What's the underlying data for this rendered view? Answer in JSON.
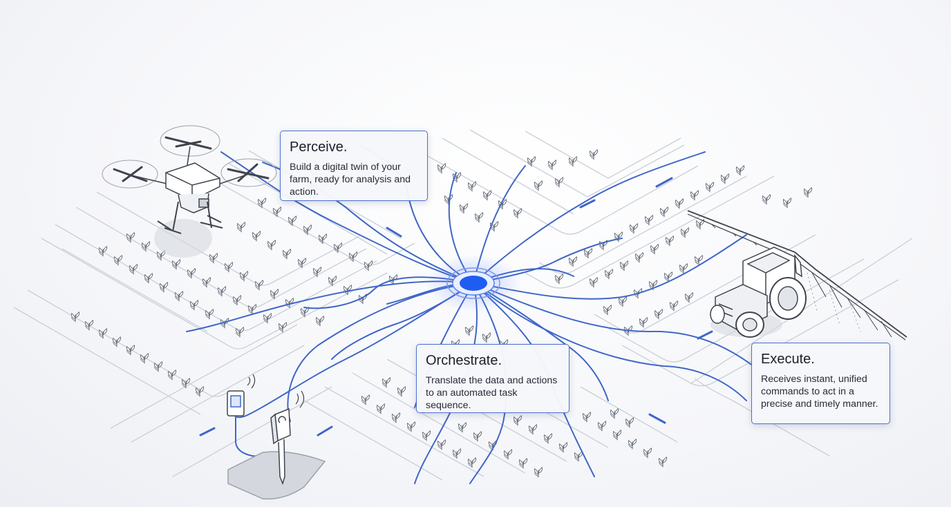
{
  "stages": {
    "perceive": {
      "title": "Perceive.",
      "body": "Build a digital twin of your farm, ready for analysis and action."
    },
    "orchestrate": {
      "title": "Orchestrate.",
      "body": "Translate the data and actions to an automated task sequence."
    },
    "execute": {
      "title": "Execute.",
      "body": "Receives instant, unified commands to act in a precise and timely manner."
    }
  },
  "illustration": {
    "hub": "orchestration-hub-node",
    "devices": [
      "drone-icon",
      "sensor-icon",
      "soil-probe-icon",
      "tractor-sprayer-icon"
    ]
  },
  "colors": {
    "accent": "#3f66c8",
    "hub": "#1f5cf0",
    "line_art": "#4a4f5a",
    "field_outline": "#c9ced8",
    "callout_border": "#4a6fcf"
  }
}
